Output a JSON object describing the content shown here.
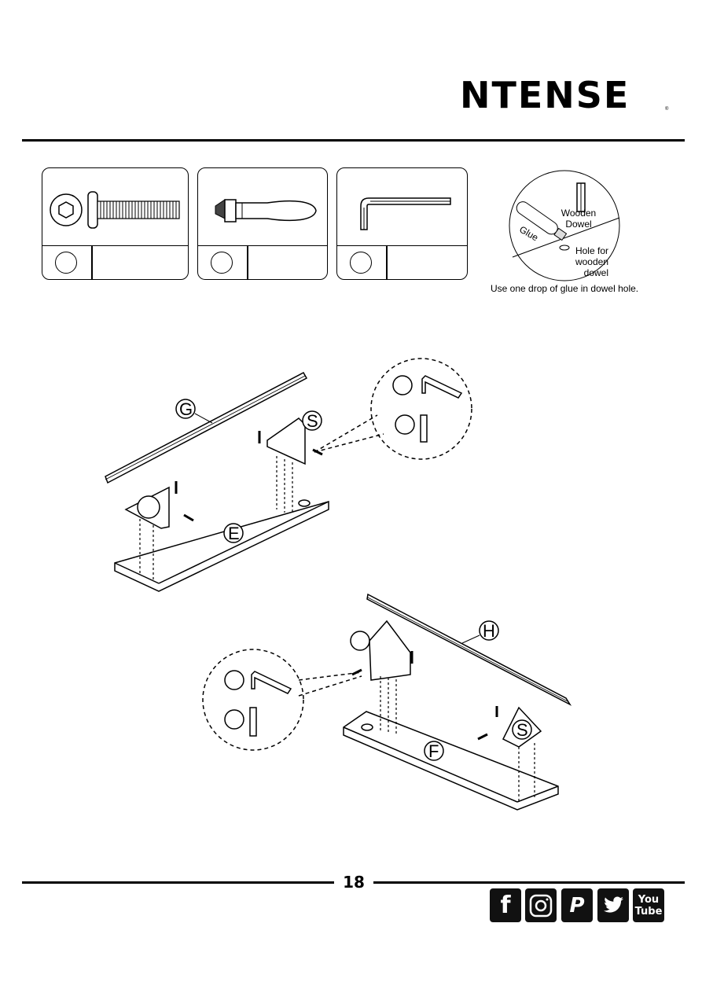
{
  "brand": {
    "name": "NTENSE",
    "trademark": "®"
  },
  "parts": [
    {
      "icon": "hex-bolt-icon"
    },
    {
      "icon": "cam-dowel-icon"
    },
    {
      "icon": "allen-key-icon"
    }
  ],
  "glue_callout": {
    "wooden_dowel": "Wooden\nDowel",
    "glue": "Glue",
    "hole": "Hole for\nwooden\ndowel",
    "instruction": "Use one drop of glue in dowel hole."
  },
  "diagram_labels": {
    "g": "G",
    "s1": "S",
    "e": "E",
    "h": "H",
    "s2": "S",
    "f": "F"
  },
  "page": {
    "number": "18"
  },
  "social": [
    {
      "icon": "facebook-icon",
      "text": "f"
    },
    {
      "icon": "instagram-icon",
      "text": ""
    },
    {
      "icon": "pinterest-icon",
      "text": "P"
    },
    {
      "icon": "twitter-icon",
      "text": ""
    },
    {
      "icon": "youtube-icon",
      "text": "You\nTube"
    }
  ]
}
